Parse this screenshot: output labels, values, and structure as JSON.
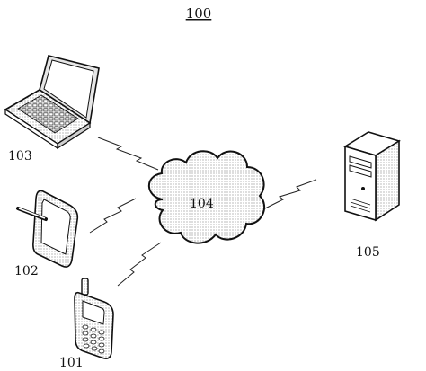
{
  "figure": {
    "number": "100"
  },
  "nodes": {
    "laptop": {
      "label": "103",
      "icon": "laptop-icon"
    },
    "tablet": {
      "label": "102",
      "icon": "tablet-icon"
    },
    "phone": {
      "label": "101",
      "icon": "mobile-phone-icon"
    },
    "network": {
      "label": "104",
      "icon": "cloud-icon"
    },
    "server": {
      "label": "105",
      "icon": "server-icon"
    }
  },
  "colors": {
    "stroke": "#111111",
    "fill": "#ffffff",
    "shade": "#d9d9d9"
  }
}
